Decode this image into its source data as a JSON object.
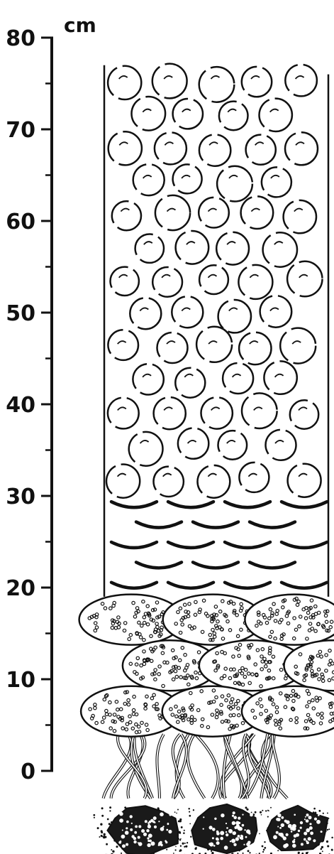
{
  "axis": {
    "unit": "cm",
    "range": [
      0,
      80
    ],
    "major_ticks": [
      {
        "value": 0,
        "label": "0"
      },
      {
        "value": 10,
        "label": "10"
      },
      {
        "value": 20,
        "label": "20"
      },
      {
        "value": 30,
        "label": "30"
      },
      {
        "value": 40,
        "label": "40"
      },
      {
        "value": 50,
        "label": "50"
      },
      {
        "value": 60,
        "label": "60"
      },
      {
        "value": 70,
        "label": "70"
      },
      {
        "value": 80,
        "label": "80"
      }
    ],
    "minor_step": 5
  },
  "layers": [
    {
      "id": "coarse-sand-base",
      "from_cm": -12,
      "to_cm": -4,
      "texture": "dotted-sand"
    },
    {
      "id": "dark-clasts",
      "from_cm": -10,
      "to_cm": -3,
      "texture": "dark-rocks"
    },
    {
      "id": "roots",
      "from_cm": -3,
      "to_cm": 4,
      "texture": "root-strands"
    },
    {
      "id": "dotted-aggregates",
      "from_cm": 4,
      "to_cm": 19,
      "texture": "granular-blocks"
    },
    {
      "id": "curved-plates",
      "from_cm": 19,
      "to_cm": 30,
      "texture": "arcs"
    },
    {
      "id": "rounded-crumbs",
      "from_cm": 30,
      "to_cm": 77,
      "texture": "spherical-aggregates"
    }
  ],
  "style": {
    "ink": "#111111",
    "paper": "#ffffff"
  }
}
